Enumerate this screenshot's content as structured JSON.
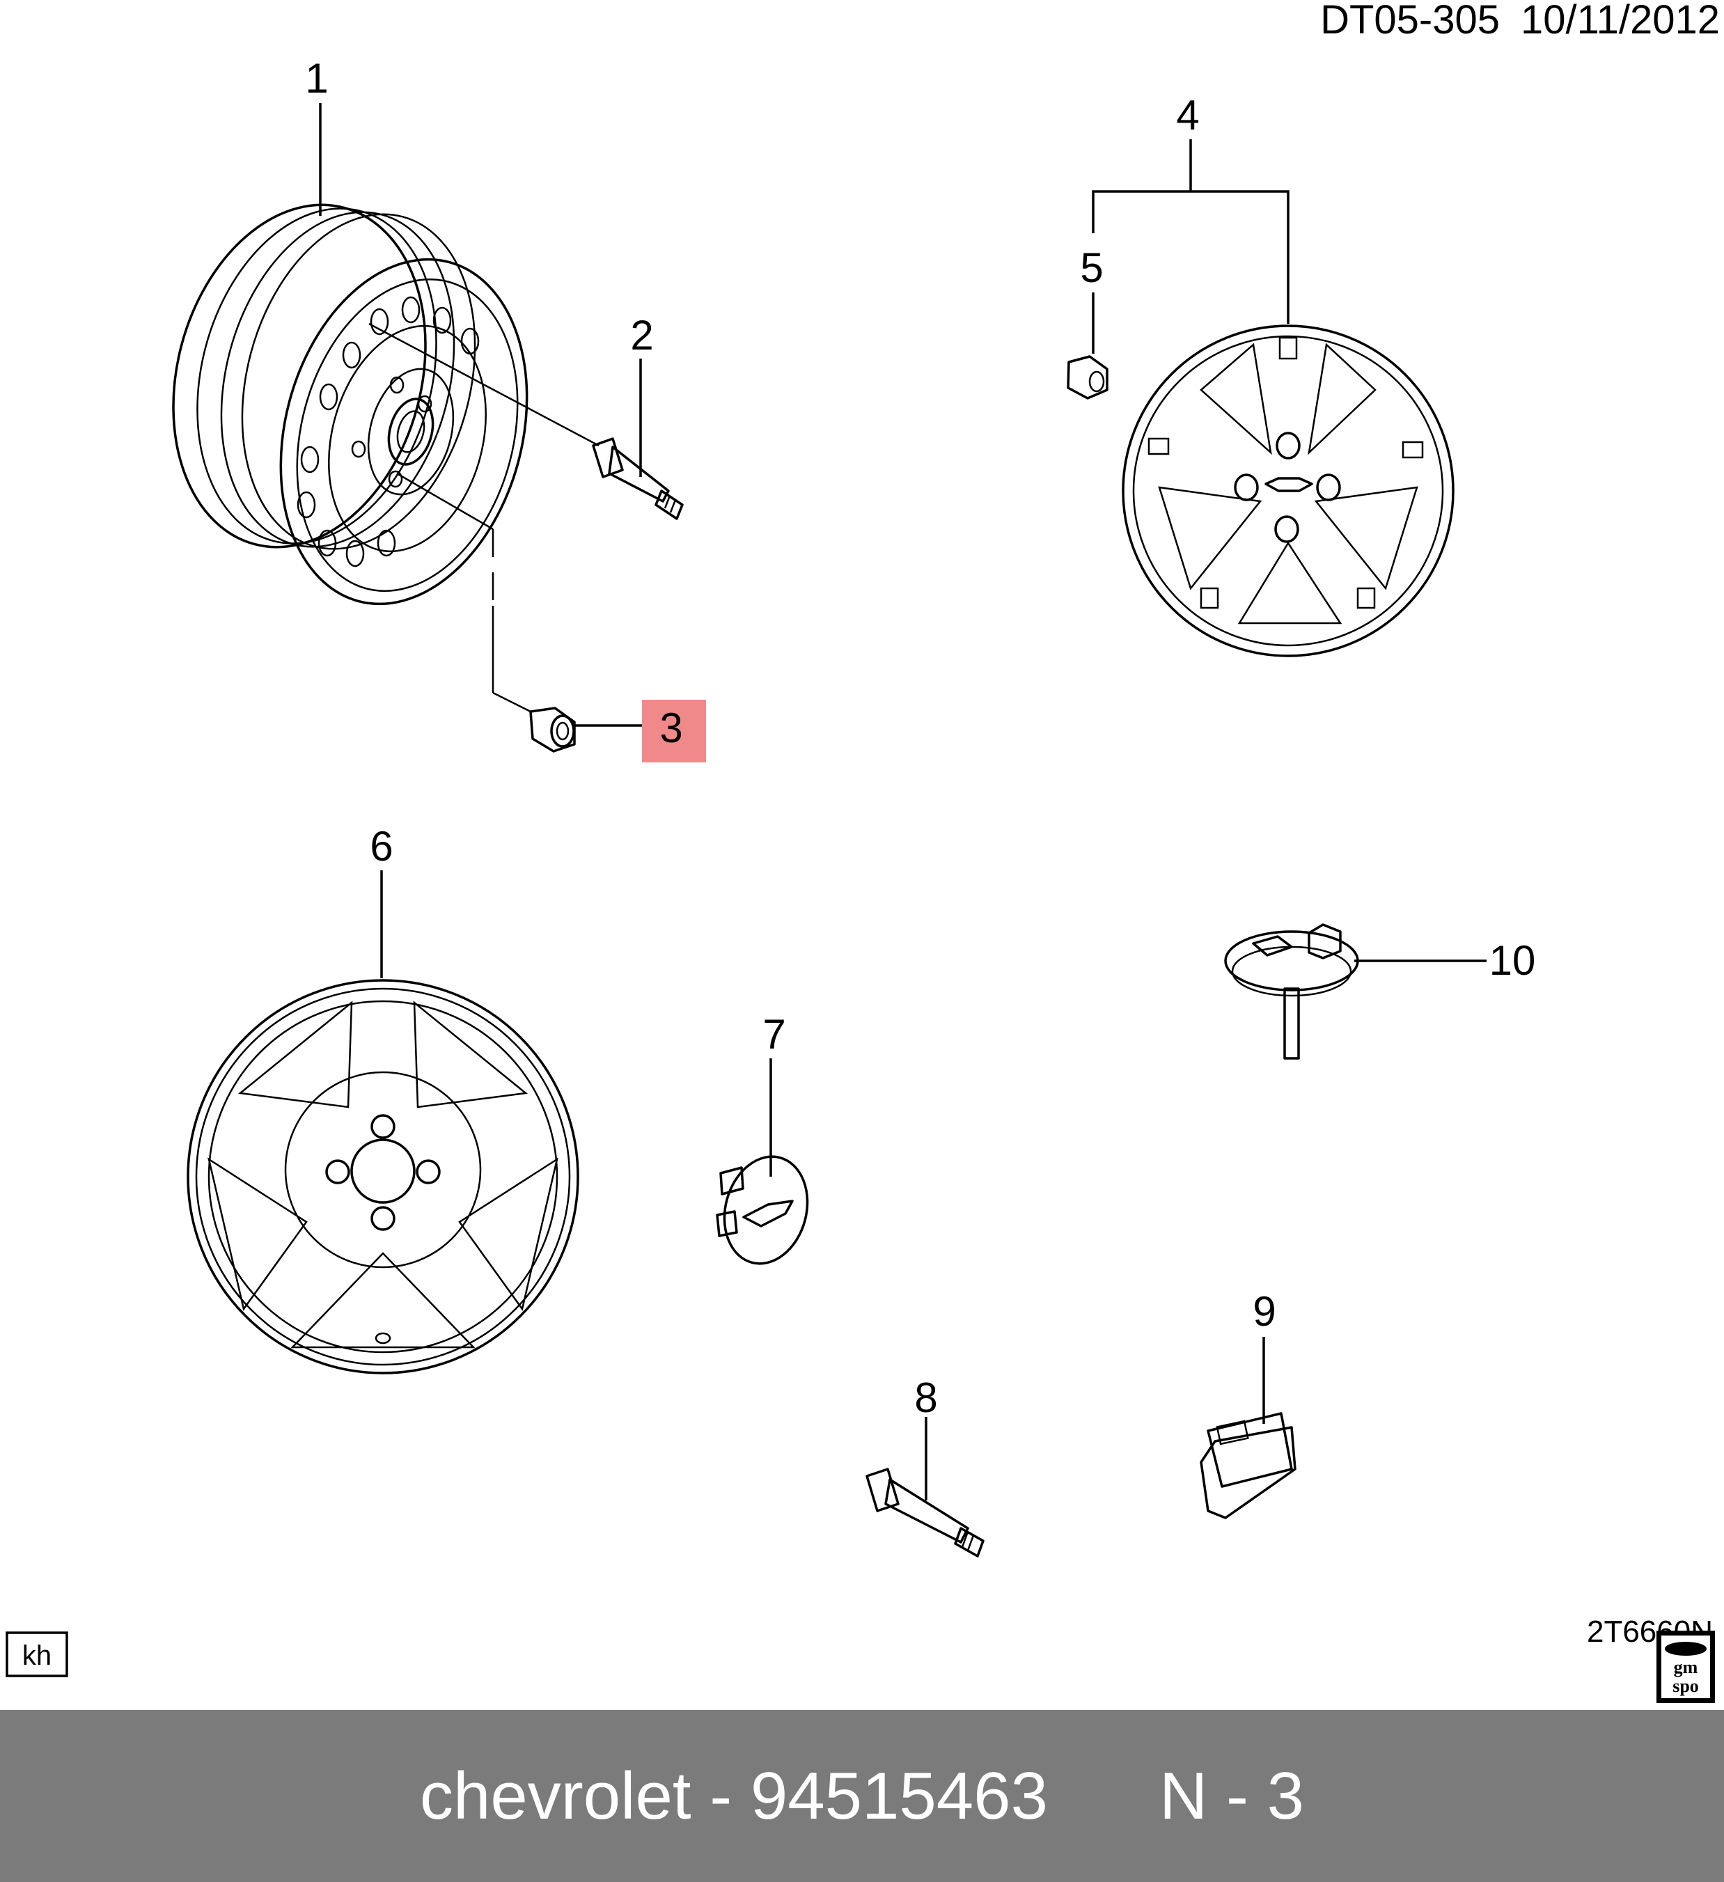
{
  "header": {
    "doc_code": "DT05-305",
    "date": "10/11/2012"
  },
  "diagram_code": "2T6660N",
  "kh_badge": "kh",
  "logo": {
    "line1": "gm",
    "line2": "spo"
  },
  "callouts": {
    "c1": "1",
    "c2": "2",
    "c3": "3",
    "c4": "4",
    "c5": "5",
    "c6": "6",
    "c7": "7",
    "c8": "8",
    "c9": "9",
    "c10": "10"
  },
  "highlight_color": "#f08a8a",
  "footer": {
    "brand": "chevrolet",
    "part_number": "94515463",
    "ref": "N - 3"
  }
}
